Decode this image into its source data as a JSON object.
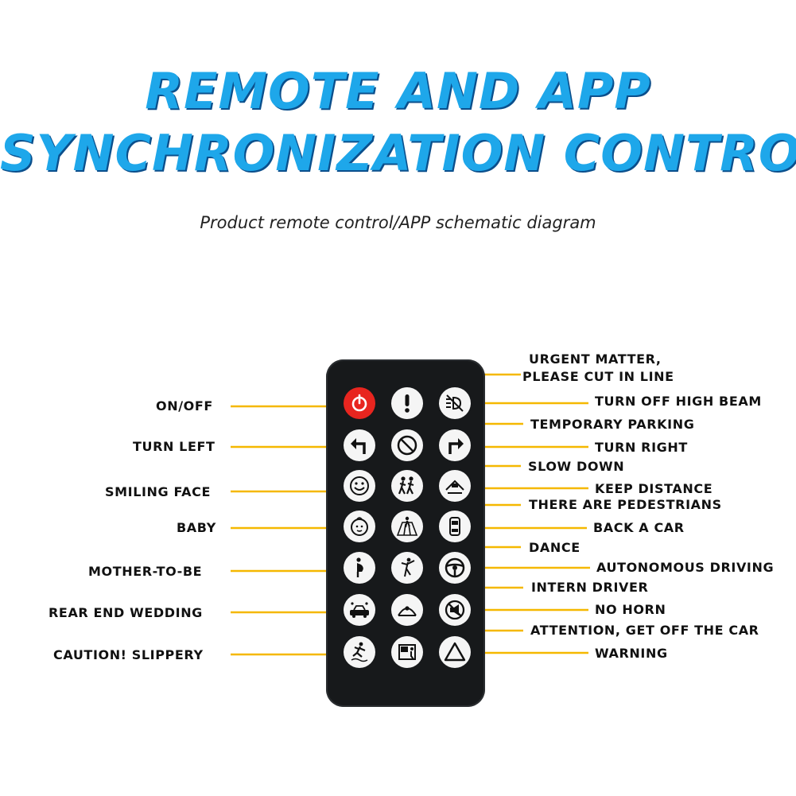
{
  "title_line1": "REMOTE AND APP",
  "title_line2": "SYNCHRONIZATION CONTROL",
  "subtitle": "Product remote control/APP schematic diagram",
  "colors": {
    "title": "#1ea7ea",
    "title_shadow": "#0b4f8c",
    "leader": "#f5b800",
    "remote": "#17191b",
    "power": "#e8251f"
  },
  "buttons": [
    {
      "icon": "power-icon",
      "label": "ON/OFF",
      "side": "left"
    },
    {
      "icon": "exclamation-icon",
      "label": "URGENT MATTER, PLEASE CUT IN LINE",
      "side": "right"
    },
    {
      "icon": "high-beam-off-icon",
      "label": "TURN OFF HIGH BEAM",
      "side": "right"
    },
    {
      "icon": "turn-left-icon",
      "label": "TURN LEFT",
      "side": "left"
    },
    {
      "icon": "no-parking-icon",
      "label": "TEMPORARY PARKING",
      "side": "right"
    },
    {
      "icon": "turn-right-icon",
      "label": "TURN RIGHT",
      "side": "right"
    },
    {
      "icon": "smiley-icon",
      "label": "SMILING FACE",
      "side": "left"
    },
    {
      "icon": "children-icon",
      "label": "SLOW DOWN",
      "side": "right"
    },
    {
      "icon": "keep-distance-icon",
      "label": "KEEP DISTANCE",
      "side": "right"
    },
    {
      "icon": "baby-icon",
      "label": "BABY",
      "side": "left"
    },
    {
      "icon": "crosswalk-icon",
      "label": "THERE ARE PEDESTRIANS",
      "side": "right"
    },
    {
      "icon": "car-reverse-icon",
      "label": "BACK A CAR",
      "side": "right"
    },
    {
      "icon": "pregnant-icon",
      "label": "MOTHER-TO-BE",
      "side": "left"
    },
    {
      "icon": "dancer-icon",
      "label": "DANCE",
      "side": "right"
    },
    {
      "icon": "steering-wheel-icon",
      "label": "AUTONOMOUS DRIVING",
      "side": "right"
    },
    {
      "icon": "wedding-car-icon",
      "label": "REAR END WEDDING",
      "side": "left"
    },
    {
      "icon": "driver-icon",
      "label": "INTERN DRIVER",
      "side": "right"
    },
    {
      "icon": "no-horn-icon",
      "label": "NO HORN",
      "side": "right"
    },
    {
      "icon": "slippery-icon",
      "label": "CAUTION! SLIPPERY",
      "side": "left"
    },
    {
      "icon": "car-door-icon",
      "label": "ATTENTION, GET OFF THE CAR",
      "side": "right"
    },
    {
      "icon": "warning-triangle-icon",
      "label": "WARNING",
      "side": "right"
    }
  ]
}
